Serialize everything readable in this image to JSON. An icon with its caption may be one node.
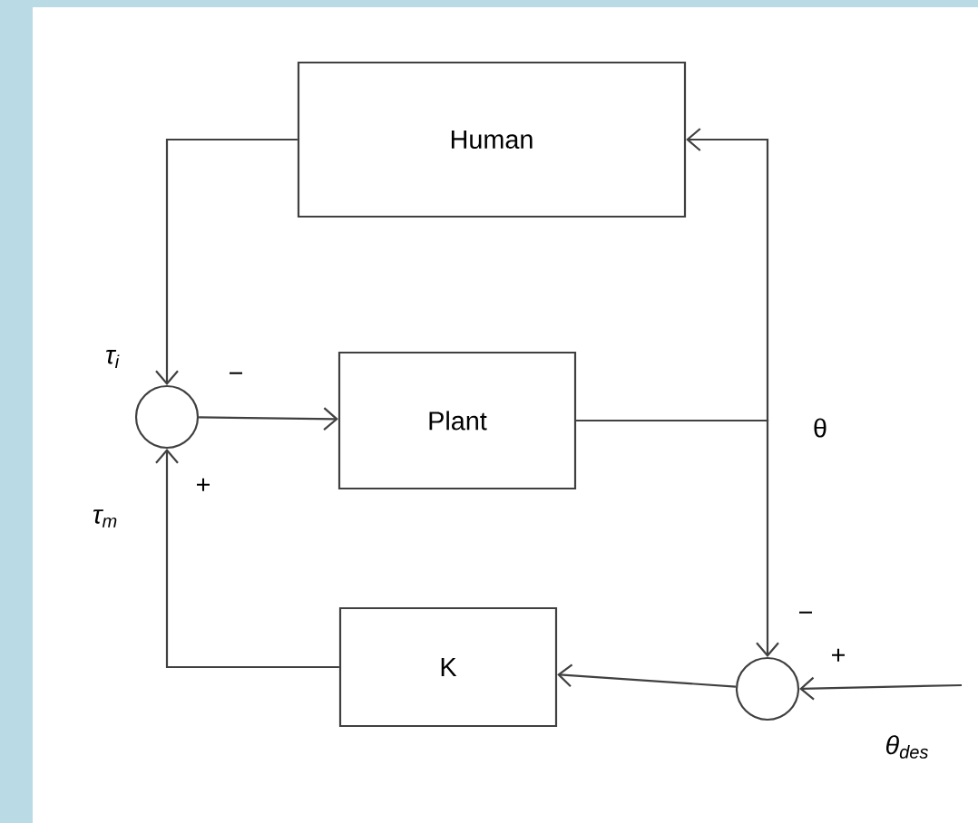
{
  "diagram": {
    "nodes": [
      {
        "text": [
          "Human"
        ]
      },
      {
        "text": [],
        "shape": "circle"
      },
      {
        "text": [
          "Plant"
        ]
      },
      {
        "text": [
          "K"
        ]
      },
      {
        "text": [],
        "shape": "circle"
      }
    ],
    "edges": [
      {
        "from": 0,
        "to": 1,
        "arrow": "to",
        "label": "τ$_{i}$"
      },
      {
        "from": 1,
        "to": 2,
        "arrow": "to"
      },
      {
        "from": 2,
        "to": 0,
        "arrow": "to"
      },
      {
        "from": 2,
        "to": 4,
        "arrow": "to"
      },
      {
        "from": 4,
        "to": 3,
        "arrow": "to"
      },
      {
        "from": 3,
        "to": 1,
        "arrow": "to",
        "label": "τ$_{m}$"
      },
      {
        "from": null,
        "to": 4,
        "arrow": "to",
        "label": "θ$_{des}$"
      }
    ],
    "labels": [
      "−",
      "+",
      "θ",
      "−",
      "+"
    ]
  }
}
